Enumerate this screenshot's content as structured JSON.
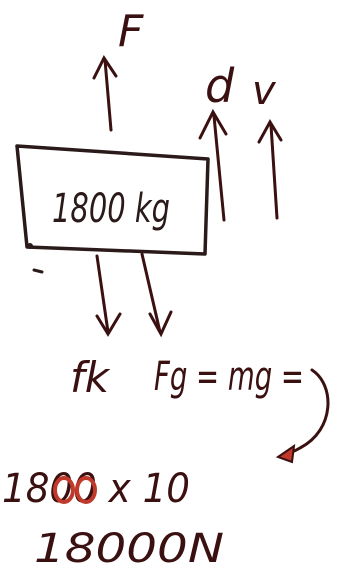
{
  "diagram": {
    "labels": {
      "applied_force": "F",
      "displacement": "d",
      "velocity": "v",
      "mass": "1800 kg",
      "kinetic_friction": "fk",
      "gravity_equation": "Fg = mg =",
      "calc_line_1": "1800 x 10",
      "calc_line_2": "18000N"
    },
    "colors": {
      "ink_dark": "#3a1010",
      "ink_red": "#c0392b",
      "paper": "#ffffff"
    }
  }
}
